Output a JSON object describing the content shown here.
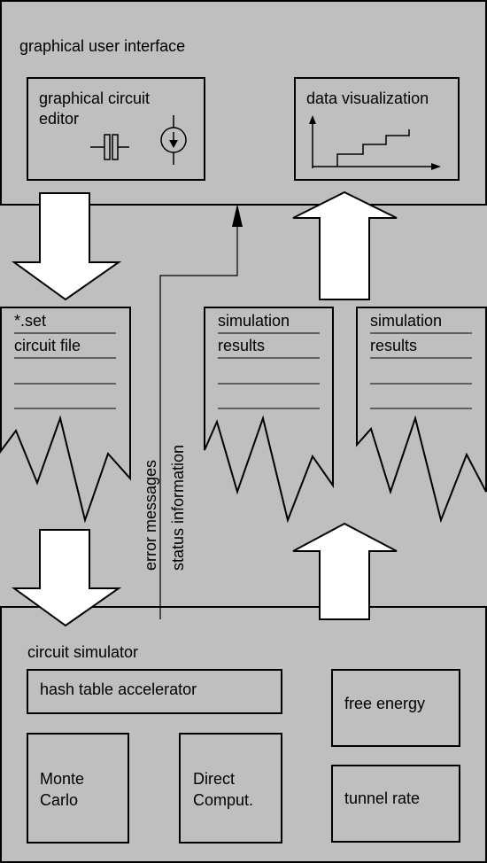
{
  "gui": {
    "title": "graphical user interface",
    "editor_line1": "graphical circuit",
    "editor_line2": "editor",
    "visualization_title": "data visualization"
  },
  "circuit_file": {
    "line1": "*.set",
    "line2": "circuit file"
  },
  "results_1": {
    "line1": "simulation",
    "line2": "results"
  },
  "results_2": {
    "line1": "simulation",
    "line2": "results"
  },
  "feedback": {
    "error_label": "error messages",
    "status_label": "status information"
  },
  "simulator": {
    "title": "circuit simulator",
    "hash_table": "hash table accelerator",
    "free_energy": "free energy",
    "monte_line1": "Monte",
    "monte_line2": "Carlo",
    "direct_line1": "Direct",
    "direct_line2": "Comput.",
    "tunnel_rate": "tunnel rate"
  },
  "colors": {
    "background": "#bfbfbf",
    "box_fill": "#bfbfbf",
    "paper_fill": "#bfbfbf",
    "arrow_fill": "#ffffff",
    "stroke": "#000000"
  }
}
